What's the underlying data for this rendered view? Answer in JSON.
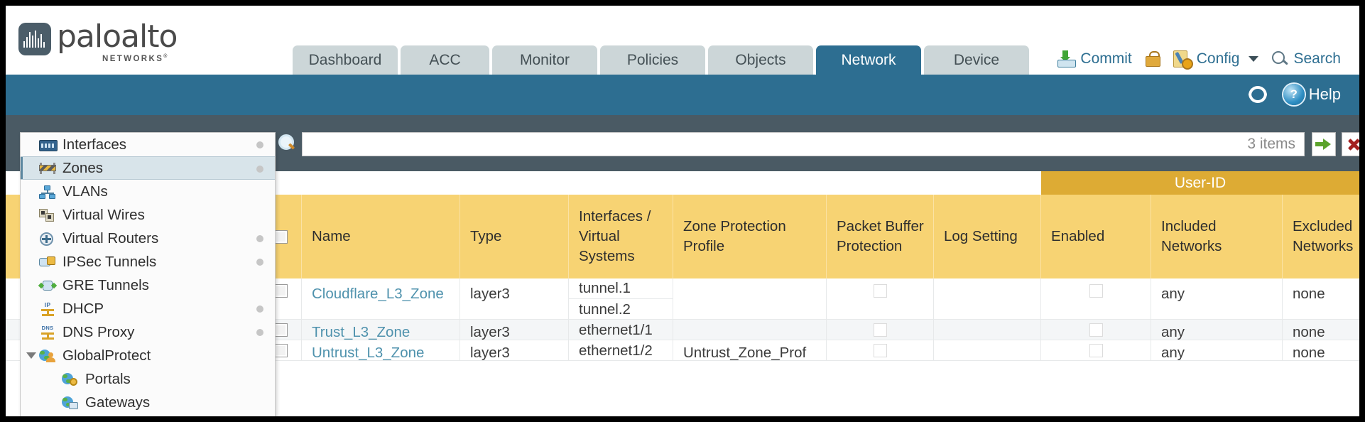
{
  "brand": {
    "name": "paloalto",
    "subtitle": "NETWORKS",
    "registered": "®"
  },
  "nav": {
    "tabs": [
      {
        "label": "Dashboard",
        "active": false
      },
      {
        "label": "ACC",
        "active": false
      },
      {
        "label": "Monitor",
        "active": false
      },
      {
        "label": "Policies",
        "active": false
      },
      {
        "label": "Objects",
        "active": false
      },
      {
        "label": "Network",
        "active": true
      },
      {
        "label": "Device",
        "active": false
      }
    ]
  },
  "header_actions": {
    "commit": "Commit",
    "lock_icon": "lock-icon",
    "config": "Config",
    "search": "Search"
  },
  "blue_bar": {
    "refresh_icon": "refresh-icon",
    "help": "Help"
  },
  "search_bar": {
    "value": "",
    "placeholder": "",
    "item_count": "3 items",
    "apply_icon": "green-arrow-right-icon",
    "clear_icon": "red-x-icon"
  },
  "sidebar": {
    "items": [
      {
        "label": "Interfaces",
        "icon": "interfaces-icon",
        "selected": false,
        "dot": true,
        "child": false,
        "expander": false
      },
      {
        "label": "Zones",
        "icon": "zones-icon",
        "selected": true,
        "dot": true,
        "child": false,
        "expander": false
      },
      {
        "label": "VLANs",
        "icon": "vlans-icon",
        "selected": false,
        "dot": false,
        "child": false,
        "expander": false
      },
      {
        "label": "Virtual Wires",
        "icon": "virtual-wires-icon",
        "selected": false,
        "dot": false,
        "child": false,
        "expander": false
      },
      {
        "label": "Virtual Routers",
        "icon": "virtual-routers-icon",
        "selected": false,
        "dot": true,
        "child": false,
        "expander": false
      },
      {
        "label": "IPSec Tunnels",
        "icon": "ipsec-tunnels-icon",
        "selected": false,
        "dot": true,
        "child": false,
        "expander": false
      },
      {
        "label": "GRE Tunnels",
        "icon": "gre-tunnels-icon",
        "selected": false,
        "dot": false,
        "child": false,
        "expander": false
      },
      {
        "label": "DHCP",
        "icon": "dhcp-icon",
        "selected": false,
        "dot": true,
        "child": false,
        "expander": false
      },
      {
        "label": "DNS Proxy",
        "icon": "dns-proxy-icon",
        "selected": false,
        "dot": true,
        "child": false,
        "expander": false
      },
      {
        "label": "GlobalProtect",
        "icon": "globalprotect-icon",
        "selected": false,
        "dot": false,
        "child": false,
        "expander": true
      },
      {
        "label": "Portals",
        "icon": "portals-icon",
        "selected": false,
        "dot": false,
        "child": true,
        "expander": false
      },
      {
        "label": "Gateways",
        "icon": "gateways-icon",
        "selected": false,
        "dot": false,
        "child": true,
        "expander": false
      }
    ]
  },
  "table": {
    "group_header": "User-ID",
    "columns": [
      "Name",
      "Type",
      "Interfaces /\nVirtual\nSystems",
      "Zone Protection\nProfile",
      "Packet Buffer\nProtection",
      "Log Setting",
      "Enabled",
      "Included\nNetworks",
      "Excluded\nNetworks"
    ],
    "column_lines": {
      "name": "Name",
      "type": "Type",
      "interfaces_l1": "Interfaces /",
      "interfaces_l2": "Virtual",
      "interfaces_l3": "Systems",
      "zone_protection_l1": "Zone Protection",
      "zone_protection_l2": "Profile",
      "packet_buffer_l1": "Packet Buffer",
      "packet_buffer_l2": "Protection",
      "log_setting": "Log Setting",
      "enabled": "Enabled",
      "included_l1": "Included",
      "included_l2": "Networks",
      "excluded_l1": "Excluded",
      "excluded_l2": "Networks"
    },
    "rows": [
      {
        "name": "Cloudflare_L3_Zone",
        "type": "layer3",
        "interfaces": [
          "tunnel.1",
          "tunnel.2"
        ],
        "zone_protection_profile": "",
        "packet_buffer_protection": false,
        "log_setting": "",
        "userid_enabled": false,
        "included_networks": "any",
        "excluded_networks": "none"
      },
      {
        "name": "Trust_L3_Zone",
        "type": "layer3",
        "interfaces": [
          "ethernet1/1"
        ],
        "zone_protection_profile": "",
        "packet_buffer_protection": false,
        "log_setting": "",
        "userid_enabled": false,
        "included_networks": "any",
        "excluded_networks": "none"
      },
      {
        "name": "Untrust_L3_Zone",
        "type": "layer3",
        "interfaces": [
          "ethernet1/2"
        ],
        "zone_protection_profile": "Untrust_Zone_Prof",
        "packet_buffer_protection": false,
        "log_setting": "",
        "userid_enabled": false,
        "included_networks": "any",
        "excluded_networks": "none"
      }
    ]
  },
  "colors": {
    "accent_blue": "#2d6e91",
    "header_yellow": "#f7d373",
    "group_yellow": "#ddab34",
    "link_blue": "#4f92ad",
    "strip_slate": "#4a5a64"
  }
}
